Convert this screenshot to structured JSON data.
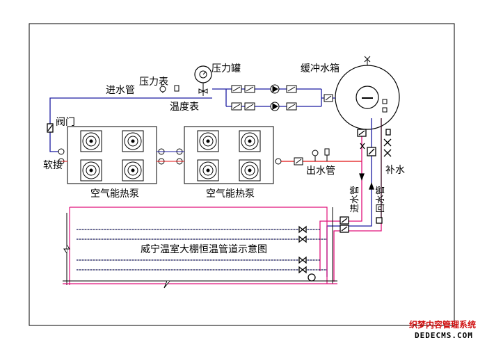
{
  "labels": {
    "pressure_tank": "压力罐",
    "buffer_tank": "缓冲水箱",
    "pressure_gauge": "压力表",
    "inlet_pipe_top": "进水管",
    "temp_gauge": "温度表",
    "valve": "阀门",
    "soft_joint": "软接",
    "heat_pump_1": "空气能热泵",
    "heat_pump_2": "空气能热泵",
    "outlet_pipe": "出水管",
    "makeup_water": "补水",
    "inlet_pipe_vertical": "进水管",
    "return_pipe_vertical": "回水管",
    "diagram_title": "威宁温室大棚恒温管道示意图",
    "tank_symbol": "—"
  },
  "watermark": {
    "line1": "织梦内容管理系统",
    "line2": "DEDECMS.COM"
  },
  "colors": {
    "supply_pipe": "#1a1aa0",
    "return_pipe": "#e0107a",
    "hot_pipe": "#e01010",
    "line": "#000000",
    "watermark_red": "#d01010"
  }
}
